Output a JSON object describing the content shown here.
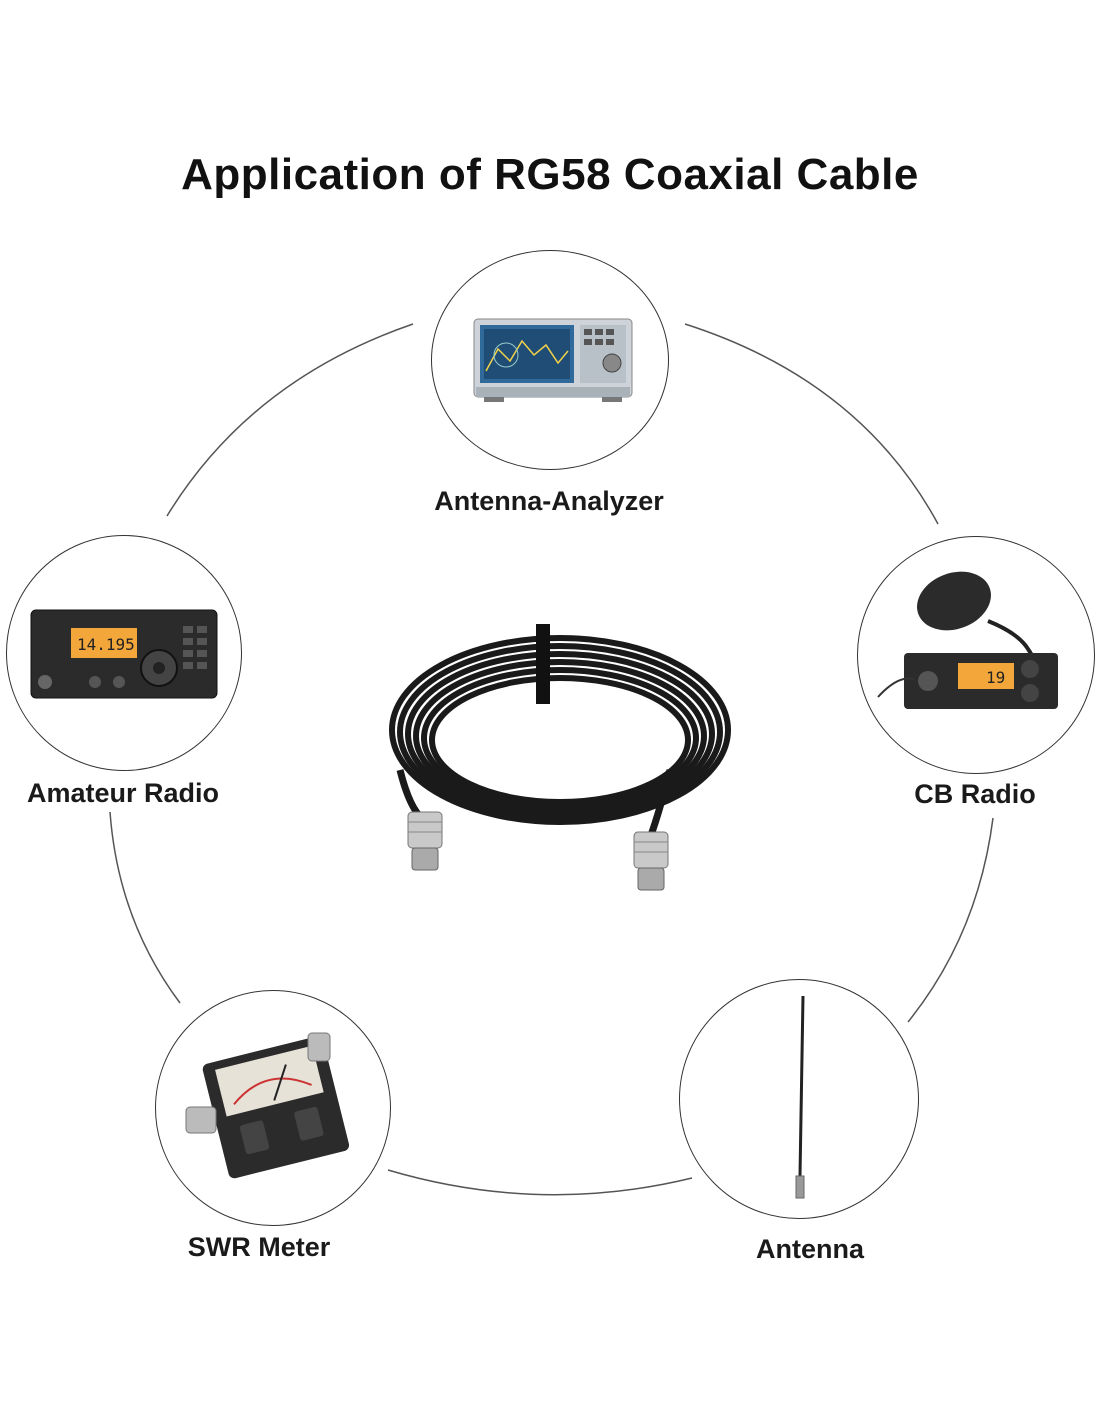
{
  "title": "Application of RG58 Coaxial Cable",
  "colors": {
    "line": "#555555",
    "text": "#111111",
    "screen": "#f3a73a",
    "device": "#2b2b2b"
  },
  "nodes": [
    {
      "id": "analyzer",
      "label": "Antenna-Analyzer",
      "icon": "antenna-analyzer-icon"
    },
    {
      "id": "cb",
      "label": "CB Radio",
      "icon": "cb-radio-icon"
    },
    {
      "id": "antenna",
      "label": "Antenna",
      "icon": "antenna-icon"
    },
    {
      "id": "swr",
      "label": "SWR Meter",
      "icon": "swr-meter-icon"
    },
    {
      "id": "amateur",
      "label": "Amateur Radio",
      "icon": "amateur-radio-icon"
    }
  ],
  "center": {
    "icon": "coaxial-cable-icon"
  }
}
